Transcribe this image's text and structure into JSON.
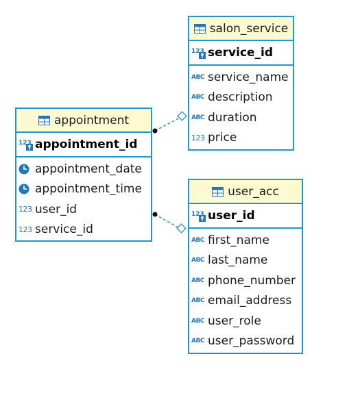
{
  "colors": {
    "border": "#2196c8",
    "header_background": "#fdfad2",
    "connector": "#2a8fb8",
    "icon": "#2176b8"
  },
  "entities": {
    "appointment": {
      "title": "appointment",
      "primary_key": {
        "name": "appointment_id",
        "type_icon": "pk-numeric-icon"
      },
      "columns": [
        {
          "name": "appointment_date",
          "type_icon": "clock-icon"
        },
        {
          "name": "appointment_time",
          "type_icon": "clock-icon"
        },
        {
          "name": "user_id",
          "type_icon": "numeric-icon",
          "type_text": "123"
        },
        {
          "name": "service_id",
          "type_icon": "numeric-icon",
          "type_text": "123"
        }
      ]
    },
    "salon_service": {
      "title": "salon_service",
      "primary_key": {
        "name": "service_id",
        "type_icon": "pk-numeric-icon"
      },
      "columns": [
        {
          "name": "service_name",
          "type_icon": "text-icon",
          "type_text": "ABC"
        },
        {
          "name": "description",
          "type_icon": "text-icon",
          "type_text": "ABC"
        },
        {
          "name": "duration",
          "type_icon": "text-icon",
          "type_text": "ABC"
        },
        {
          "name": "price",
          "type_icon": "numeric-icon",
          "type_text": "123"
        }
      ]
    },
    "user_acc": {
      "title": "user_acc",
      "primary_key": {
        "name": "user_id",
        "type_icon": "pk-numeric-icon"
      },
      "columns": [
        {
          "name": "first_name",
          "type_icon": "text-icon",
          "type_text": "ABC"
        },
        {
          "name": "last_name",
          "type_icon": "text-icon",
          "type_text": "ABC"
        },
        {
          "name": "phone_number",
          "type_icon": "text-icon",
          "type_text": "ABC"
        },
        {
          "name": "email_address",
          "type_icon": "text-icon",
          "type_text": "ABC"
        },
        {
          "name": "user_role",
          "type_icon": "text-icon",
          "type_text": "ABC"
        },
        {
          "name": "user_password",
          "type_icon": "text-icon",
          "type_text": "ABC"
        }
      ]
    }
  },
  "relationships": [
    {
      "from": "appointment",
      "to": "salon_service",
      "style": "dashed"
    },
    {
      "from": "appointment",
      "to": "user_acc",
      "style": "dashed"
    }
  ]
}
